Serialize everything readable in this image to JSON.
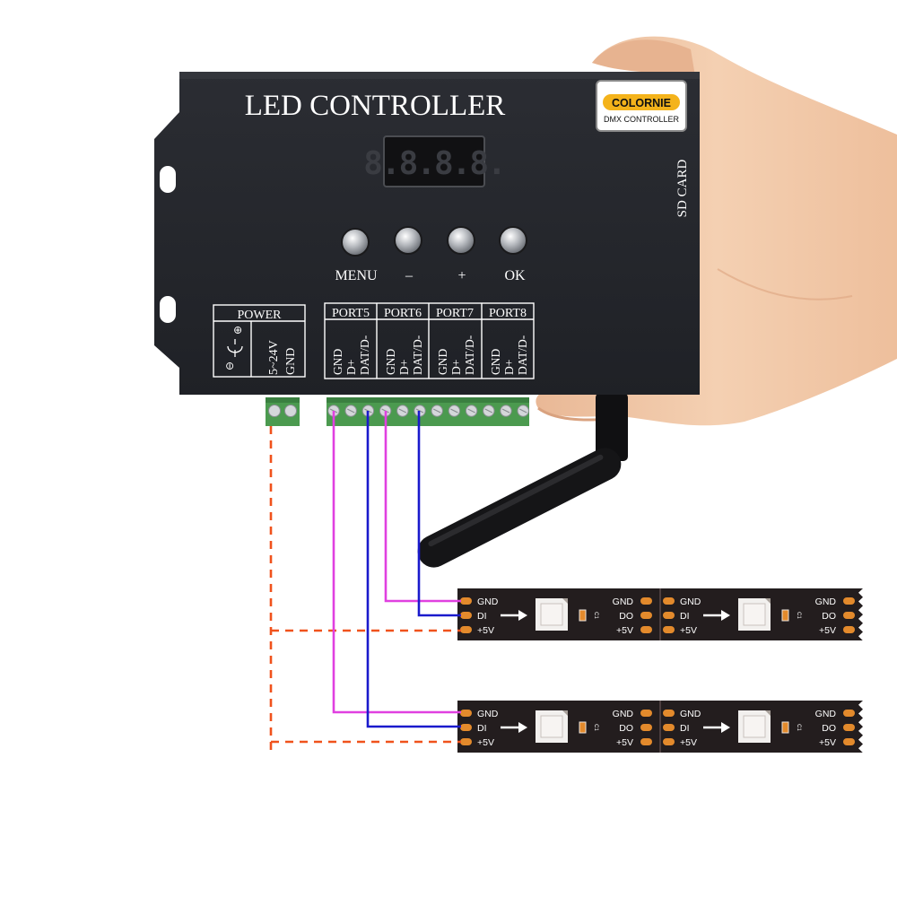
{
  "controller": {
    "title": "LED CONTROLLER",
    "brand": {
      "name": "COLORNIE",
      "subtitle": "DMX CONTROLLER"
    },
    "display": {
      "value": "8.8.8.8."
    },
    "side_label": "SD CARD",
    "buttons": [
      {
        "label": "MENU"
      },
      {
        "label": "–"
      },
      {
        "label": "+"
      },
      {
        "label": "OK"
      }
    ],
    "power": {
      "title": "POWER",
      "voltage": "5~24V",
      "ground": "GND",
      "plus_symbol": "⊕",
      "minus_symbol": "⊖"
    },
    "ports": [
      {
        "name": "PORT5",
        "pins": [
          "GND",
          "D+",
          "DAT/D-"
        ]
      },
      {
        "name": "PORT6",
        "pins": [
          "GND",
          "D+",
          "DAT/D-"
        ]
      },
      {
        "name": "PORT7",
        "pins": [
          "GND",
          "D+",
          "DAT/D-"
        ]
      },
      {
        "name": "PORT8",
        "pins": [
          "GND",
          "D+",
          "DAT/D-"
        ]
      }
    ]
  },
  "strip_labels": {
    "in": [
      "GND",
      "DI",
      "+5V"
    ],
    "out": [
      "GND",
      "DO",
      "+5V"
    ],
    "component": "C1"
  },
  "colors": {
    "controller_body": "#24262b",
    "strip": "#231d1e",
    "pad": "#e38a2c",
    "gnd_wire": "#e040e0",
    "data_wire": "#1a1acc",
    "power_wire": "#f0521c",
    "terminal": "#4b9a4f",
    "skin": "#f1c9a7"
  }
}
